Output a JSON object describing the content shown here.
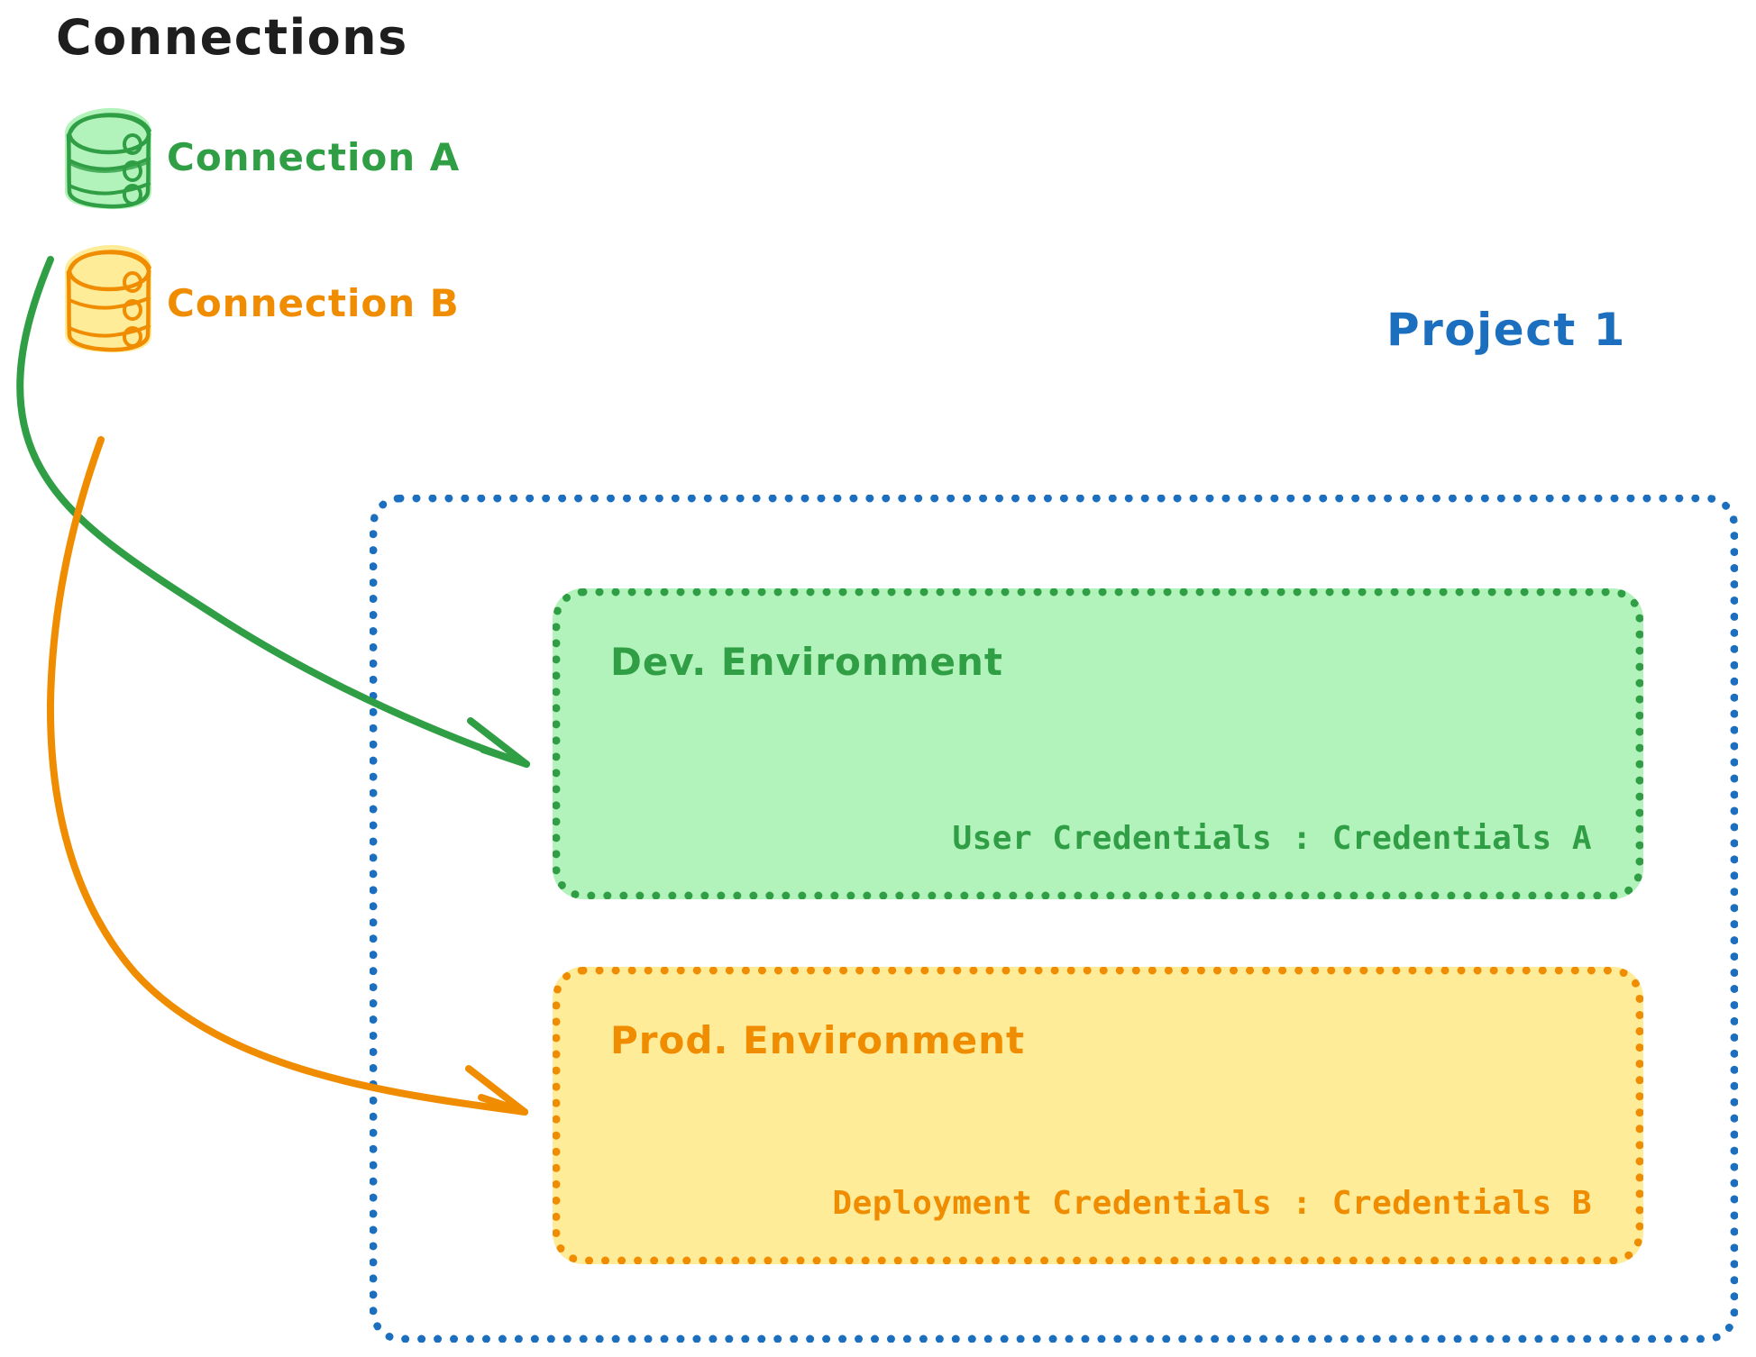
{
  "heading": "Connections",
  "connections": [
    {
      "id": "connection-a",
      "label": "Connection A",
      "color": "#2f9e44",
      "icon": "database-icon"
    },
    {
      "id": "connection-b",
      "label": "Connection B",
      "color": "#f08c00",
      "icon": "database-icon"
    }
  ],
  "project": {
    "title": "Project 1",
    "color": "#1c6fbe",
    "environments": [
      {
        "id": "dev-environment",
        "title": "Dev. Environment",
        "credentials_label": "User Credentials",
        "credentials_value": "Credentials A",
        "credentials_text": "User Credentials : Credentials A",
        "border_color": "#2f9e44",
        "fill_color": "#b2f2bb"
      },
      {
        "id": "prod-environment",
        "title": "Prod. Environment",
        "credentials_label": "Deployment Credentials",
        "credentials_value": "Credentials B",
        "credentials_text": "Deployment Credentials : Credentials B",
        "border_color": "#f08c00",
        "fill_color": "#ffec99"
      }
    ]
  },
  "arrows": [
    {
      "id": "arrow-connection-a-to-dev",
      "from": "connection-a",
      "to": "dev-environment",
      "color": "#2f9e44"
    },
    {
      "id": "arrow-connection-b-to-prod",
      "from": "connection-b",
      "to": "prod-environment",
      "color": "#f08c00"
    }
  ],
  "colors": {
    "green_stroke": "#2f9e44",
    "green_fill": "#b2f2bb",
    "orange_stroke": "#f08c00",
    "orange_fill": "#ffec99",
    "blue": "#1c6fbe",
    "text_dark": "#1e1e1e",
    "background": "#ffffff"
  }
}
